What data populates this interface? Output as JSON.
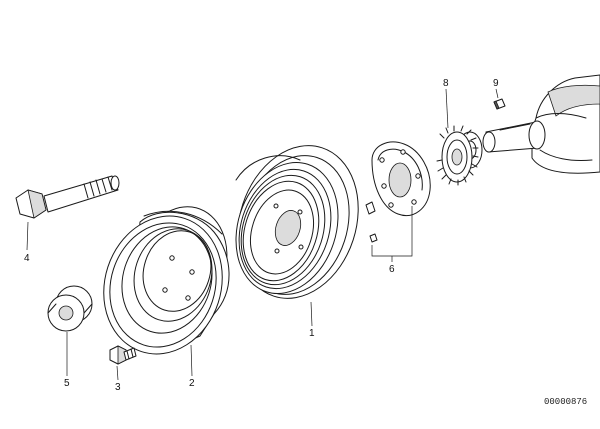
{
  "diagram": {
    "callouts": {
      "vibration_damper": "1",
      "pulley": "2",
      "pulley_bolt": "3",
      "central_bolt": "4",
      "washer": "5",
      "hub_and_dowel_pins": "6",
      "crankshaft_sprocket": "8",
      "woodruff_key": "9"
    },
    "diagram_id": "00000876"
  }
}
